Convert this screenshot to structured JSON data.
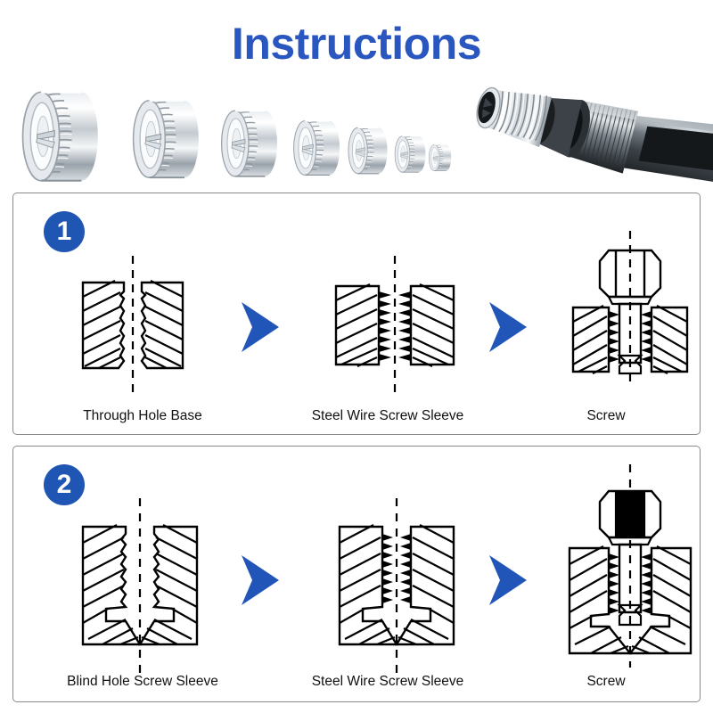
{
  "title": "Instructions",
  "colors": {
    "title_blue": "#2a56c0",
    "badge_blue": "#1f55b3",
    "arrow_blue": "#2255b8",
    "panel_border": "#8a8a8a",
    "line_black": "#000000",
    "metal_light": "#f2f4f5",
    "metal_mid": "#b9c0c6",
    "metal_dark": "#6d757c",
    "tool_dark": "#3a3f44",
    "tool_black": "#15181b"
  },
  "photo_band": {
    "name": "product-photo-strip",
    "coil_inserts": [
      {
        "label": "coil-insert-1",
        "size": "largest"
      },
      {
        "label": "coil-insert-2",
        "size": "large"
      },
      {
        "label": "coil-insert-3",
        "size": "medium-large"
      },
      {
        "label": "coil-insert-4",
        "size": "medium"
      },
      {
        "label": "coil-insert-5",
        "size": "medium-small"
      },
      {
        "label": "coil-insert-6",
        "size": "small"
      },
      {
        "label": "coil-insert-7",
        "size": "smallest"
      }
    ],
    "tool": {
      "label": "insertion-tool",
      "parts": [
        "threaded-mandrel",
        "knurled-collar",
        "handle-body"
      ]
    }
  },
  "steps": [
    {
      "number": "1",
      "name": "step-one",
      "cells": [
        {
          "caption": "Through Hole Base",
          "figure": "through-hole-base"
        },
        {
          "caption": "Steel Wire Screw Sleeve",
          "figure": "through-hole-with-sleeve"
        },
        {
          "caption": "Screw",
          "figure": "through-hole-with-screw"
        }
      ],
      "arrows": [
        "arrow-1a",
        "arrow-1b"
      ]
    },
    {
      "number": "2",
      "name": "step-two",
      "cells": [
        {
          "caption": "Blind Hole Screw Sleeve",
          "figure": "blind-hole-base"
        },
        {
          "caption": "Steel Wire Screw Sleeve",
          "figure": "blind-hole-with-sleeve"
        },
        {
          "caption": "Screw",
          "figure": "blind-hole-with-screw"
        }
      ],
      "arrows": [
        "arrow-2a",
        "arrow-2b"
      ]
    }
  ]
}
